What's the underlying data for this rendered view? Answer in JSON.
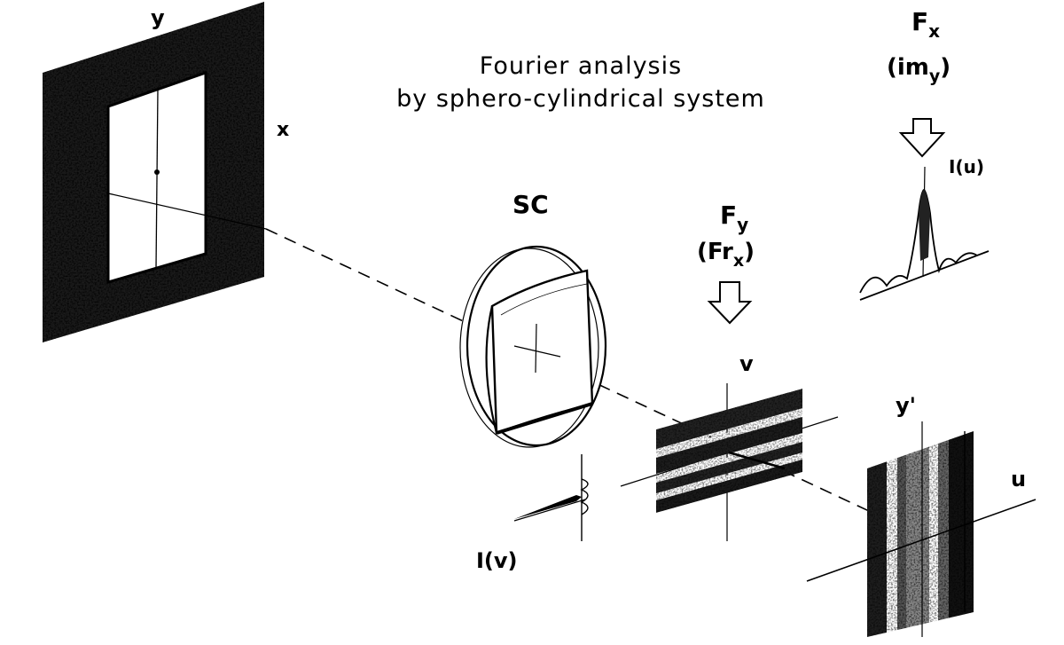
{
  "title": {
    "line1": "Fourier analysis",
    "line2": "by sphero-cylindrical system"
  },
  "labels": {
    "input_y": "y",
    "input_x": "x",
    "sc": "SC",
    "fy_main": "F",
    "fy_sub": "y",
    "frx_open": "(Fr",
    "frx_sub": "x",
    "frx_close": ")",
    "fx_main": "F",
    "fx_sub": "x",
    "imy_open": "(im",
    "imy_sub": "y",
    "imy_close": ")",
    "iu": "I(u)",
    "v": "v",
    "iv": "I(v)",
    "y_prime": "y'",
    "u": "u"
  },
  "colors": {
    "ink": "#000000",
    "paper": "#ffffff",
    "grain": "#555555"
  },
  "icons": {
    "arrow_fy": "down-arrow-icon",
    "arrow_fx": "down-arrow-icon"
  }
}
